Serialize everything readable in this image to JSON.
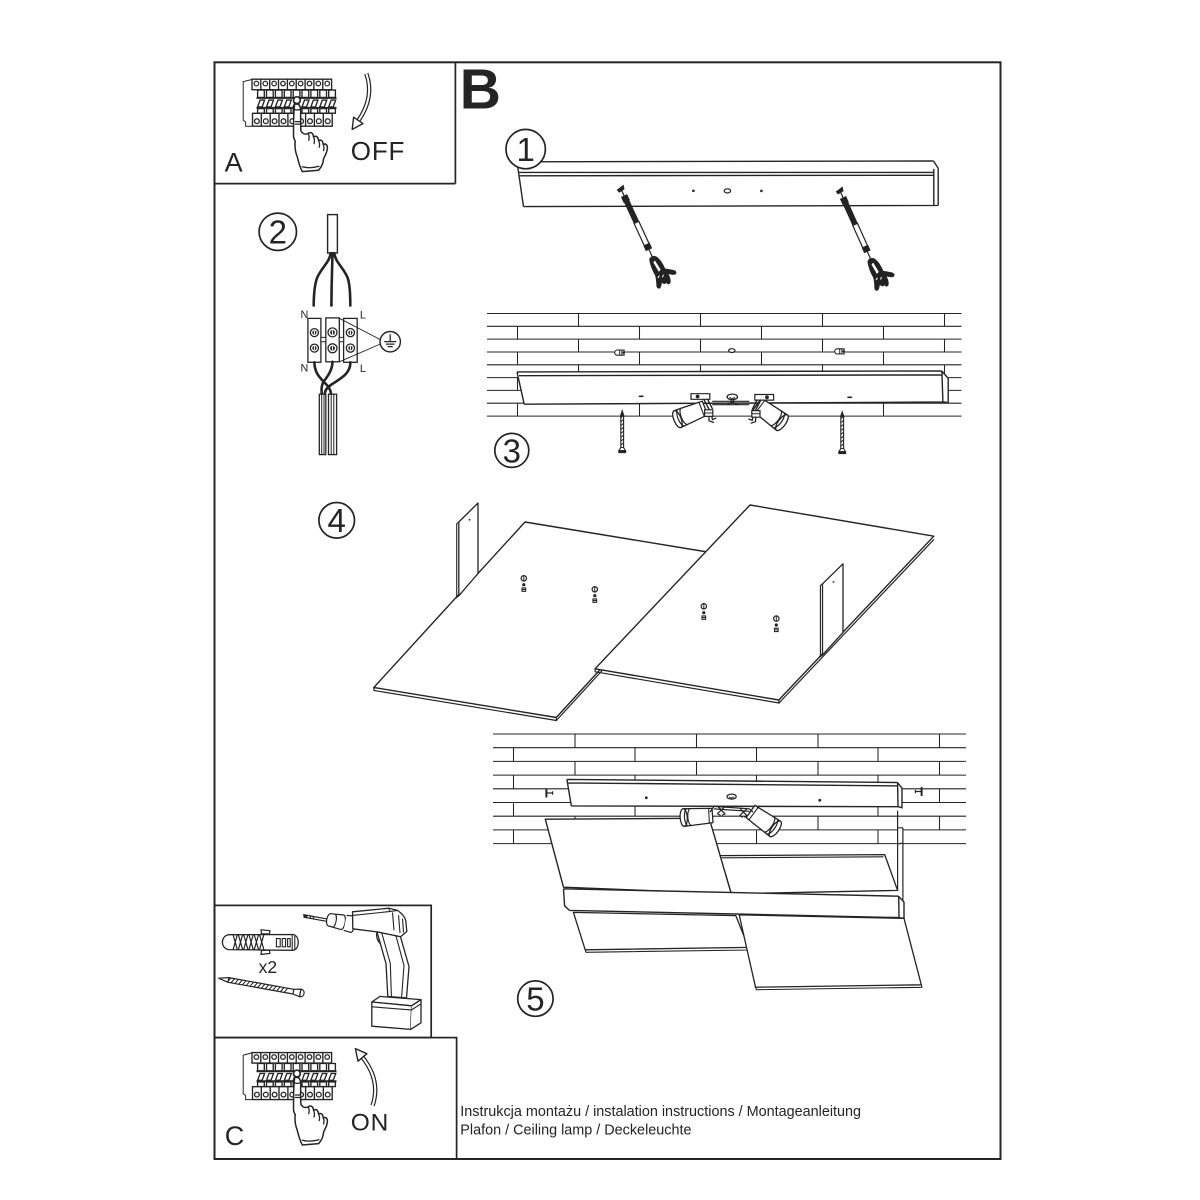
{
  "ink": "#242424",
  "sheet": {
    "section_b_label": "B",
    "panel_a": {
      "letter": "A",
      "switch_state": "OFF"
    },
    "panel_c": {
      "letter": "C",
      "switch_state": "ON"
    },
    "steps": {
      "s1": "1",
      "s2": "2",
      "s3": "3",
      "s4": "4",
      "s5": "5"
    },
    "wiring": {
      "n_top": "N",
      "l_top": "L",
      "n_bottom": "N",
      "l_bottom": "L"
    },
    "tools": {
      "quantity": "x2"
    },
    "footer": {
      "line1": "Instrukcja montażu / instalation instructions / Montageanleitung",
      "line2": "Plafon / Ceiling lamp / Deckeleuchte"
    }
  }
}
